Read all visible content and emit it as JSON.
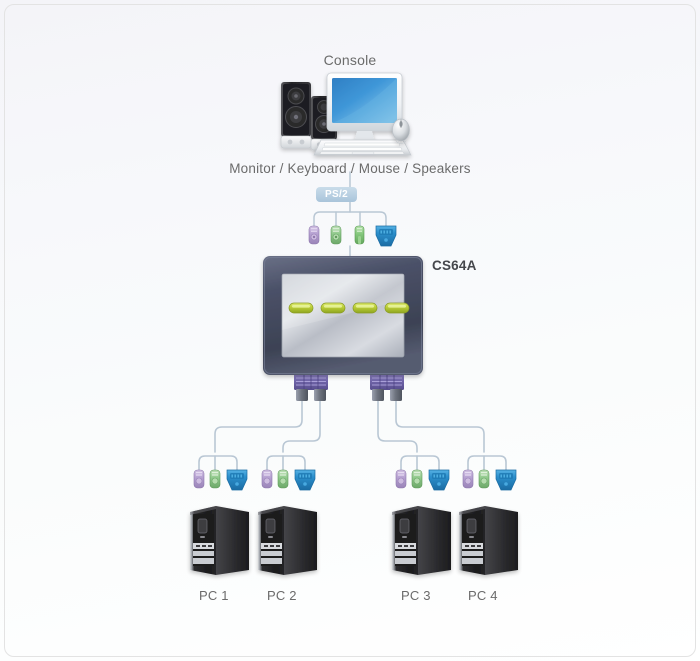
{
  "diagram": {
    "title": "Console",
    "console_caption": "Monitor / Keyboard / Mouse / Speakers",
    "connection_badge": "PS/2",
    "device_name": "CS64A"
  },
  "console": {
    "devices": [
      {
        "name": "monitor",
        "label": "Monitor"
      },
      {
        "name": "keyboard",
        "label": "Keyboard"
      },
      {
        "name": "mouse",
        "label": "Mouse"
      },
      {
        "name": "speakers",
        "label": "Speakers"
      }
    ],
    "connectors": [
      {
        "name": "ps2-keyboard-connector",
        "color": "#b9a2cf",
        "type": "ps2"
      },
      {
        "name": "ps2-mouse-connector",
        "color": "#8fc48c",
        "type": "ps2"
      },
      {
        "name": "audio-connector",
        "color": "#85c77e",
        "type": "audio"
      },
      {
        "name": "vga-connector",
        "color": "#2e8ecb",
        "type": "vga"
      }
    ]
  },
  "switch": {
    "model": "CS64A",
    "led_count": 4,
    "led_color": "#b9cf35",
    "bezel_color": "#4a4f63",
    "face_color": "#c3c7cf",
    "port_blocks": 2,
    "ports_per_block": 2
  },
  "computers": [
    {
      "id": "pc1",
      "label": "PC 1"
    },
    {
      "id": "pc2",
      "label": "PC 2"
    },
    {
      "id": "pc3",
      "label": "PC 3"
    },
    {
      "id": "pc4",
      "label": "PC 4"
    }
  ],
  "pc_connectors": [
    {
      "name": "ps2-keyboard-connector",
      "color": "#b9a2cf",
      "type": "ps2"
    },
    {
      "name": "ps2-mouse-connector",
      "color": "#8fc48c",
      "type": "ps2"
    },
    {
      "name": "vga-connector",
      "color": "#2e8ecb",
      "type": "vga"
    }
  ],
  "colors": {
    "cable": "#b9c7d4",
    "background": "#f7f8fb",
    "text": "#6b6b6b",
    "device_label": "#45474c",
    "badge_bg": "#b8cfe0",
    "port_block": "#7b6fb5"
  }
}
